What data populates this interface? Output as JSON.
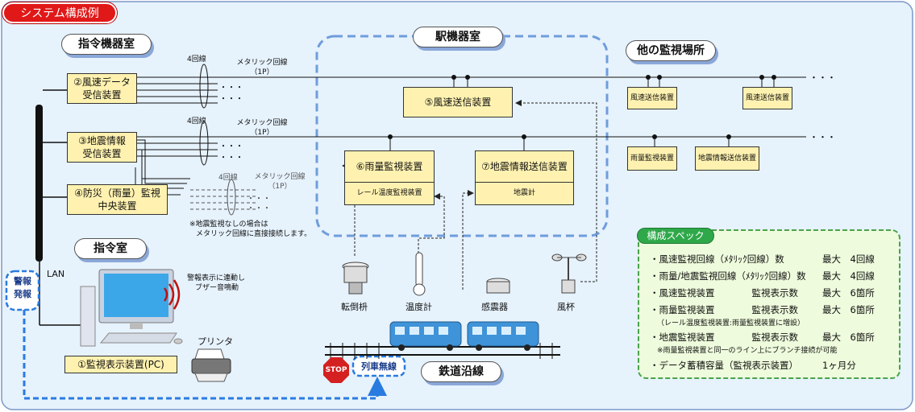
{
  "title": "システム構成例",
  "rooms": {
    "command_equipment": "指令機器室",
    "station_equipment": "駅機器室",
    "other_monitoring": "他の監視場所",
    "command_room": "指令室",
    "railway": "鉄道沿線"
  },
  "devices": {
    "wind_receiver": [
      "②風速データ",
      "受信装置"
    ],
    "quake_receiver": [
      "③地震情報",
      "受信装置"
    ],
    "disaster_central": [
      "④防災（雨量）監視",
      "中央装置"
    ],
    "display_pc": "①監視表示装置(PC)",
    "wind_sender": "⑤風速送信装置",
    "rain_monitor": "⑥雨量監視装置",
    "rail_temp": "レール温度監視装置",
    "quake_sender": "⑦地震情報送信装置",
    "seismometer": "地震計",
    "remote_wind_1": "風速送信装置",
    "remote_wind_2": "風速送信装置",
    "remote_rain": "雨量監視装置",
    "remote_quake": "地震情報送信装置"
  },
  "line_labels": {
    "circuits_4": "4回線",
    "metallic": "メタリック回線",
    "one_p": "（1P）",
    "dots": "・・・",
    "trailing_dots": "・・・"
  },
  "notes": {
    "no_quake_1": "※地震監視なしの場合は",
    "no_quake_2": "メタリック回線に直接接続します。",
    "buzzer_1": "警報表示に連動し",
    "buzzer_2": "ブザー音鳴動",
    "printer": "プリンタ",
    "lan": "LAN",
    "alarm": [
      "警報",
      "発報"
    ],
    "train_radio": "列車無線",
    "stop": "STOP"
  },
  "sensors": {
    "tipping_bucket": "転倒枡",
    "thermometer": "温度計",
    "seismograph": "感震器",
    "anemometer": "風杯"
  },
  "spec": {
    "title": "構成スペック",
    "rows": [
      {
        "name": "・風速監視回線（ﾒﾀﾘｯｸ回線）数",
        "value": "最大　4回線"
      },
      {
        "name": "・雨量/地震監視回線（ﾒﾀﾘｯｸ回線）数",
        "value": "最大　4回線"
      },
      {
        "name": "・風速監視装置　　　　監視表示数",
        "value": "最大　6箇所"
      },
      {
        "name": "・雨量監視装置　　　　監視表示数",
        "value": "最大　6箇所"
      },
      {
        "name": "・地震監視装置　　　　監視表示数",
        "value": "最大　6箇所"
      },
      {
        "name": "・データ蓄積容量（監視表示装置）",
        "value": "1ヶ月分"
      }
    ],
    "sub_rain": "（レール温度監視装置:雨量監視装置に増設）",
    "sub_quake": "※雨量監視装置と同一のライン上にブランチ接続が可能"
  }
}
